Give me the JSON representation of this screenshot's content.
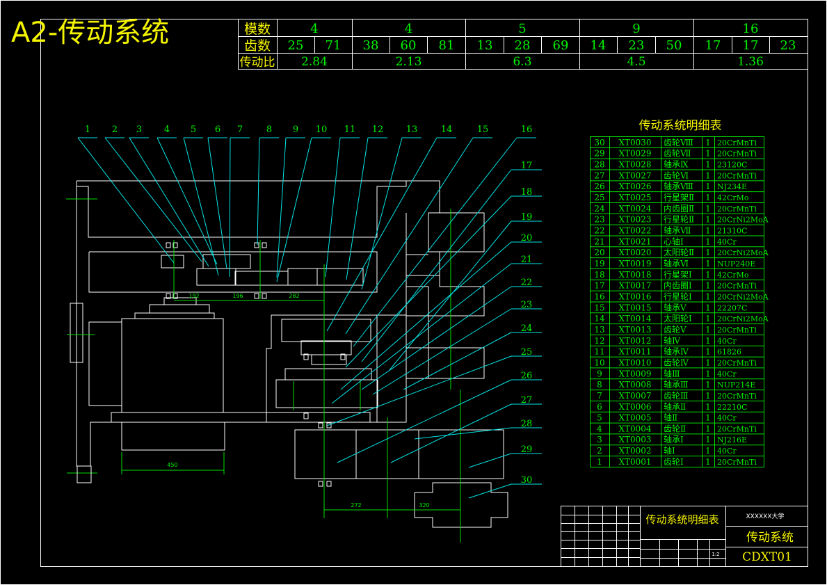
{
  "header": {
    "title": "A2-传动系统"
  },
  "gear_table": {
    "row_labels": [
      "模数",
      "齿数",
      "传动比"
    ],
    "modules": [
      "4",
      "4",
      "5",
      "9",
      "16"
    ],
    "teeth": [
      "25",
      "71",
      "38",
      "60",
      "81",
      "13",
      "28",
      "69",
      "14",
      "23",
      "50",
      "17",
      "17",
      "23"
    ],
    "ratios": [
      "2.84",
      "2.13",
      "6.3",
      "4.5",
      "1.36"
    ]
  },
  "part_callouts": [
    "1",
    "2",
    "3",
    "4",
    "5",
    "6",
    "7",
    "8",
    "9",
    "10",
    "11",
    "12",
    "13",
    "14",
    "15",
    "16",
    "17",
    "18",
    "19",
    "20",
    "21",
    "22",
    "23",
    "24",
    "25",
    "26",
    "27",
    "28",
    "29",
    "30"
  ],
  "dimensions": [
    "192",
    "196",
    "282",
    "450",
    "272",
    "320"
  ],
  "parts_list": {
    "title": "传动系统明细表",
    "rows": [
      [
        "30",
        "XT0030",
        "齿轮Ⅷ",
        "1",
        "20CrMnTi"
      ],
      [
        "29",
        "XT0029",
        "齿轮Ⅶ",
        "1",
        "20CrMnTi"
      ],
      [
        "28",
        "XT0028",
        "轴承Ⅸ",
        "1",
        "23120C"
      ],
      [
        "27",
        "XT0027",
        "齿轮Ⅵ",
        "1",
        "20CrMnTi"
      ],
      [
        "26",
        "XT0026",
        "轴承Ⅷ",
        "1",
        "NJ234E"
      ],
      [
        "25",
        "XT0025",
        "行星架Ⅱ",
        "1",
        "42CrMo"
      ],
      [
        "24",
        "XT0024",
        "内齿圈Ⅱ",
        "1",
        "20CrMnTi"
      ],
      [
        "23",
        "XT0023",
        "行星轮Ⅱ",
        "1",
        "20CrNi2MoA"
      ],
      [
        "22",
        "XT0022",
        "轴承Ⅶ",
        "1",
        "21310C"
      ],
      [
        "21",
        "XT0021",
        "心轴Ⅰ",
        "1",
        "40Cr"
      ],
      [
        "20",
        "XT0020",
        "太阳轮Ⅱ",
        "1",
        "20CrNi2MoA"
      ],
      [
        "19",
        "XT0019",
        "轴承Ⅵ",
        "1",
        "NUP240E"
      ],
      [
        "18",
        "XT0018",
        "行星架Ⅰ",
        "1",
        "42CrMo"
      ],
      [
        "17",
        "XT0017",
        "内齿圈Ⅰ",
        "1",
        "20CrMnTi"
      ],
      [
        "16",
        "XT0016",
        "行星轮Ⅰ",
        "1",
        "20CrNi2MoA"
      ],
      [
        "15",
        "XT0015",
        "轴承Ⅴ",
        "1",
        "22207C"
      ],
      [
        "14",
        "XT0014",
        "太阳轮Ⅰ",
        "1",
        "20CrNi2MoA"
      ],
      [
        "13",
        "XT0013",
        "齿轮Ⅴ",
        "1",
        "20CrMnTi"
      ],
      [
        "12",
        "XT0012",
        "轴Ⅳ",
        "1",
        "40Cr"
      ],
      [
        "11",
        "XT0011",
        "轴承Ⅳ",
        "1",
        "61826"
      ],
      [
        "10",
        "XT0010",
        "齿轮Ⅳ",
        "1",
        "20CrMnTi"
      ],
      [
        "9",
        "XT0009",
        "轴Ⅲ",
        "1",
        "40Cr"
      ],
      [
        "8",
        "XT0008",
        "轴承Ⅲ",
        "1",
        "NUP214E"
      ],
      [
        "7",
        "XT0007",
        "齿轮Ⅲ",
        "1",
        "20CrMnTi"
      ],
      [
        "6",
        "XT0006",
        "轴承Ⅱ",
        "1",
        "22210C"
      ],
      [
        "5",
        "XT0005",
        "轴Ⅱ",
        "1",
        "40Cr"
      ],
      [
        "4",
        "XT0004",
        "齿轮Ⅱ",
        "1",
        "20CrMnTi"
      ],
      [
        "3",
        "XT0003",
        "轴承Ⅰ",
        "1",
        "NJ216E"
      ],
      [
        "2",
        "XT0002",
        "轴Ⅰ",
        "1",
        "40Cr"
      ],
      [
        "1",
        "XT0001",
        "齿轮Ⅰ",
        "1",
        "20CrMnTi"
      ]
    ]
  },
  "title_block": {
    "drawing_title": "传动系统明细表",
    "school": "XXXXXX大学",
    "name": "传动系统",
    "code": "CDXT01",
    "scale": "1:2"
  },
  "colors": {
    "frame": "#ffffff",
    "callout": "#00e6e6",
    "text": "#00f400",
    "title": "#f4f400"
  }
}
